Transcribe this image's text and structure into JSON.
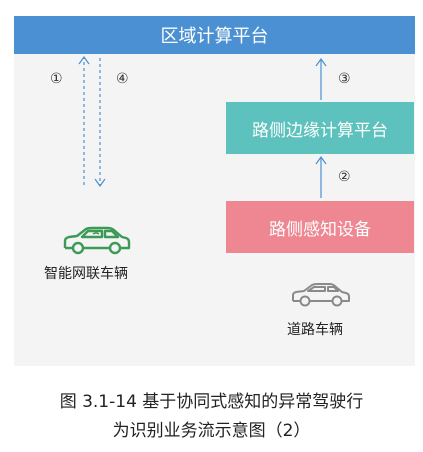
{
  "top_box": {
    "label": "区域计算平台",
    "color": "#4a90d2"
  },
  "edge_box": {
    "label": "路侧边缘计算平台",
    "color": "#5dc2bd"
  },
  "device_box": {
    "label": "路侧感知设备",
    "color": "#ee8791"
  },
  "steps": [
    "①",
    "②",
    "③",
    "④"
  ],
  "vehicles": {
    "connected": "智能网联车辆",
    "road": "道路车辆"
  },
  "caption": {
    "line1": "图 3.1-14  基于协同式感知的异常驾驶行",
    "line2": "为识别业务流示意图（2）"
  }
}
